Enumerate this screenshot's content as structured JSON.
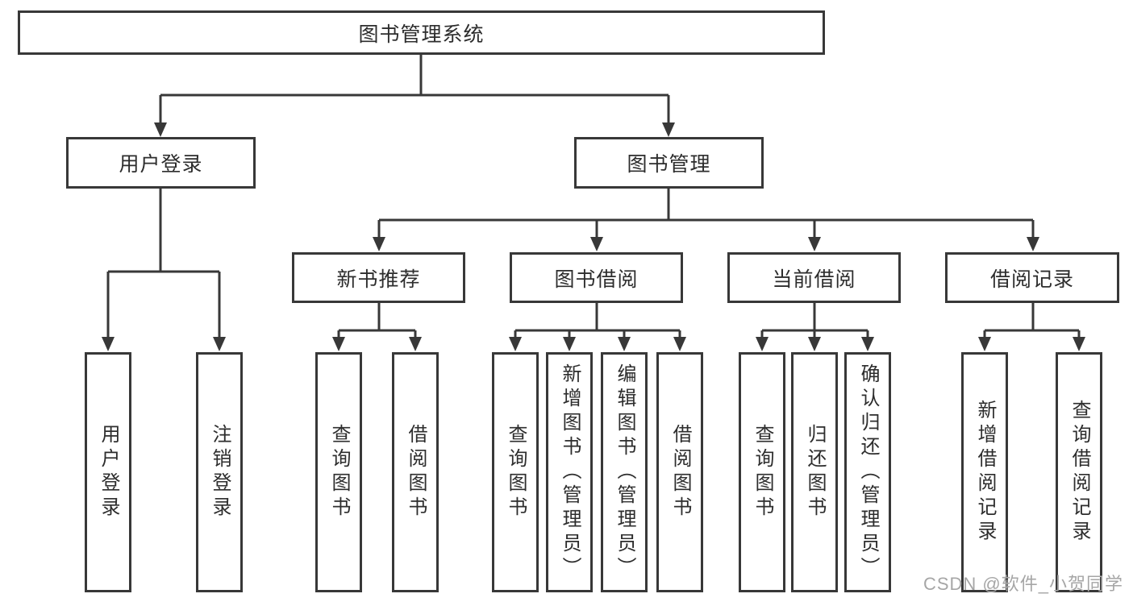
{
  "tree": {
    "root": "图书管理系统",
    "children": [
      {
        "label": "用户登录",
        "children": [
          "用户登录",
          "注销登录"
        ]
      },
      {
        "label": "图书管理",
        "children": [
          {
            "label": "新书推荐",
            "children": [
              "查询图书",
              "借阅图书"
            ]
          },
          {
            "label": "图书借阅",
            "children": [
              "查询图书",
              "新增图书（管理员）",
              "编辑图书（管理员）",
              "借阅图书"
            ]
          },
          {
            "label": "当前借阅",
            "children": [
              "查询图书",
              "归还图书",
              "确认归还（管理员）"
            ]
          },
          {
            "label": "借阅记录",
            "children": [
              "新增借阅记录",
              "查询借阅记录"
            ]
          }
        ]
      }
    ]
  },
  "watermark": {
    "text": "CSDN @软件_小贺同学"
  },
  "colors": {
    "line": "#383838",
    "text": "#2d2d2d",
    "background": "#ffffff",
    "watermark": "#a6a6a6"
  }
}
